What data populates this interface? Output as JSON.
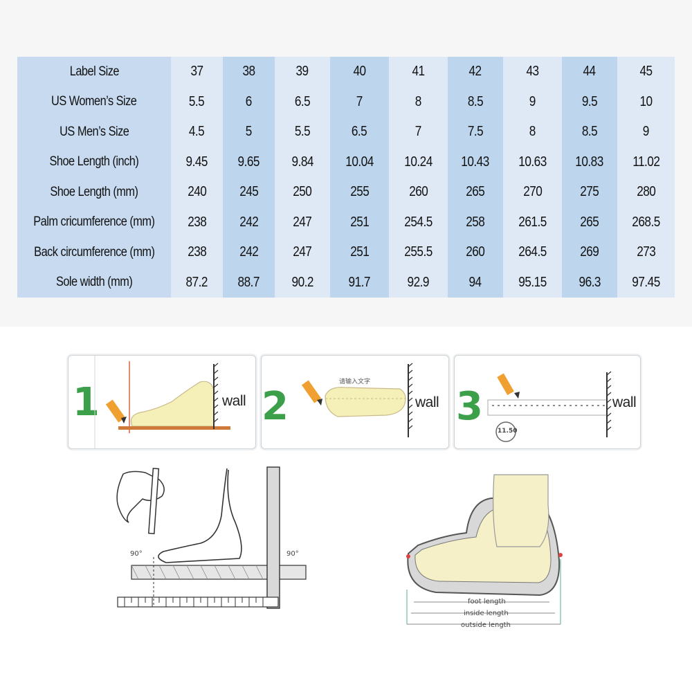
{
  "size_chart": {
    "columns": [
      "37",
      "38",
      "39",
      "40",
      "41",
      "42",
      "43",
      "44",
      "45"
    ],
    "rows": [
      {
        "label": "Label Size",
        "values": [
          "37",
          "38",
          "39",
          "40",
          "41",
          "42",
          "43",
          "44",
          "45"
        ]
      },
      {
        "label": "US Women’s Size",
        "values": [
          "5.5",
          "6",
          "6.5",
          "7",
          "8",
          "8.5",
          "9",
          "9.5",
          "10"
        ]
      },
      {
        "label": "US Men’s Size",
        "values": [
          "4.5",
          "5",
          "5.5",
          "6.5",
          "7",
          "7.5",
          "8",
          "8.5",
          "9"
        ]
      },
      {
        "label": "Shoe Length (inch)",
        "values": [
          "9.45",
          "9.65",
          "9.84",
          "10.04",
          "10.24",
          "10.43",
          "10.63",
          "10.83",
          "11.02"
        ]
      },
      {
        "label": "Shoe Length (mm)",
        "values": [
          "240",
          "245",
          "250",
          "255",
          "260",
          "265",
          "270",
          "275",
          "280"
        ]
      },
      {
        "label": "Palm cricumference (mm)",
        "values": [
          "238",
          "242",
          "247",
          "251",
          "254.5",
          "258",
          "261.5",
          "265",
          "268.5"
        ]
      },
      {
        "label": "Back circumference (mm)",
        "values": [
          "238",
          "242",
          "247",
          "251",
          "255.5",
          "260",
          "264.5",
          "269",
          "273"
        ]
      },
      {
        "label": "Sole width (mm)",
        "values": [
          "87.2",
          "88.7",
          "90.2",
          "91.7",
          "92.9",
          "94",
          "95.15",
          "96.3",
          "97.45"
        ]
      }
    ]
  },
  "steps": [
    {
      "number": "1",
      "wall": "wall"
    },
    {
      "number": "2",
      "wall": "wall",
      "note": "请输入文字"
    },
    {
      "number": "3",
      "wall": "wall",
      "reading": "11.50"
    }
  ],
  "diagram_left": {
    "angle_left": "90°",
    "angle_right": "90°"
  },
  "diagram_right": {
    "foot_length": "foot length",
    "inside_length": "inside length",
    "outside_length": "outside length"
  }
}
